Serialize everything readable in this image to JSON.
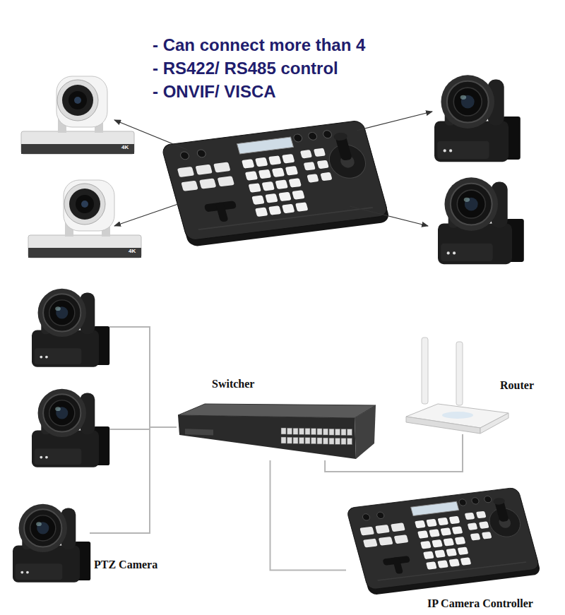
{
  "diagram": {
    "nodes": [
      {
        "text": [
          "Switcher"
        ]
      },
      {
        "text": [
          "Router"
        ]
      },
      {
        "text": [
          "PTZ Camera"
        ]
      },
      {
        "text": [
          "IP Camera Controller"
        ]
      }
    ],
    "edges": [
      {
        "from": 2,
        "to": 0,
        "arrow": "none"
      },
      {
        "from": 0,
        "to": 1,
        "arrow": "none"
      },
      {
        "from": 0,
        "to": 3,
        "arrow": "none"
      }
    ],
    "labels": [
      "- Can connect more than 4",
      "- RS422/ RS485 control",
      "- ONVIF/ VISCA",
      "4K",
      "4K"
    ]
  }
}
